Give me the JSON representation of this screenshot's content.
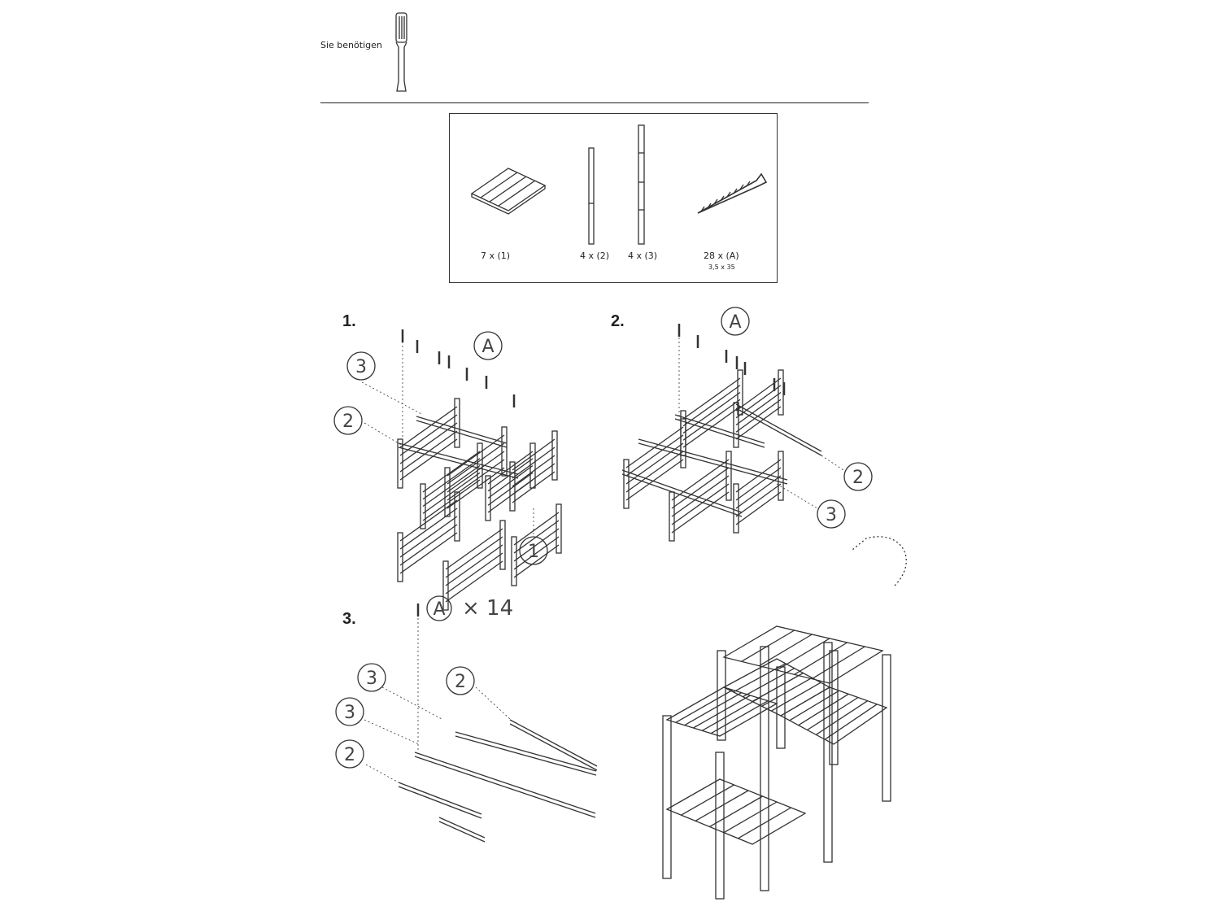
{
  "tools": {
    "label": "Sie benötigen",
    "icon": "screwdriver-icon"
  },
  "parts": [
    {
      "qty": "7 x (1)",
      "icon": "shelf-board-icon"
    },
    {
      "qty": "4 x (2)",
      "icon": "short-post-icon"
    },
    {
      "qty": "4 x (3)",
      "icon": "long-post-icon"
    },
    {
      "qty": "28 x (A)",
      "sub": "3,5 x 35",
      "icon": "screw-icon"
    }
  ],
  "steps": [
    {
      "number": "1.",
      "callouts": [
        "A",
        "3",
        "2",
        "1"
      ]
    },
    {
      "number": "2.",
      "callouts": [
        "A",
        "2",
        "3"
      ]
    },
    {
      "number": "3.",
      "callouts": [
        "A",
        "3",
        "2",
        "3",
        "2"
      ],
      "screw_count": "× 14"
    }
  ]
}
